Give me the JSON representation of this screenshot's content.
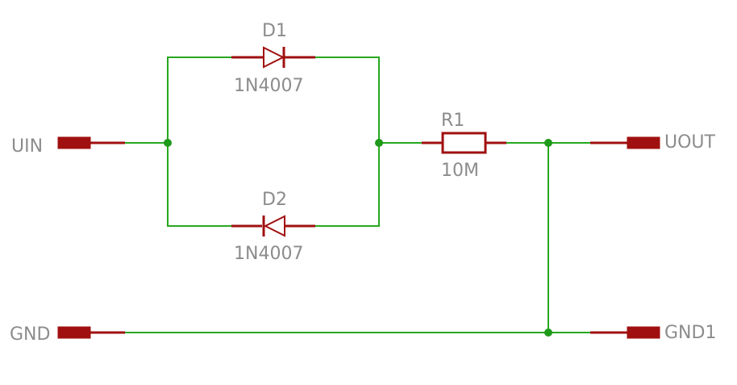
{
  "schematic": {
    "components": {
      "d1": {
        "name": "D1",
        "value": "1N4007"
      },
      "d2": {
        "name": "D2",
        "value": "1N4007"
      },
      "r1": {
        "name": "R1",
        "value": "10M"
      }
    },
    "pins": {
      "uin": "UIN",
      "uout": "UOUT",
      "gnd": "GND",
      "gnd1": "GND1"
    },
    "colors": {
      "wire": "#27a81f",
      "component": "#a01010",
      "label": "#8c8c8c",
      "junction": "#1f9a1a"
    }
  }
}
